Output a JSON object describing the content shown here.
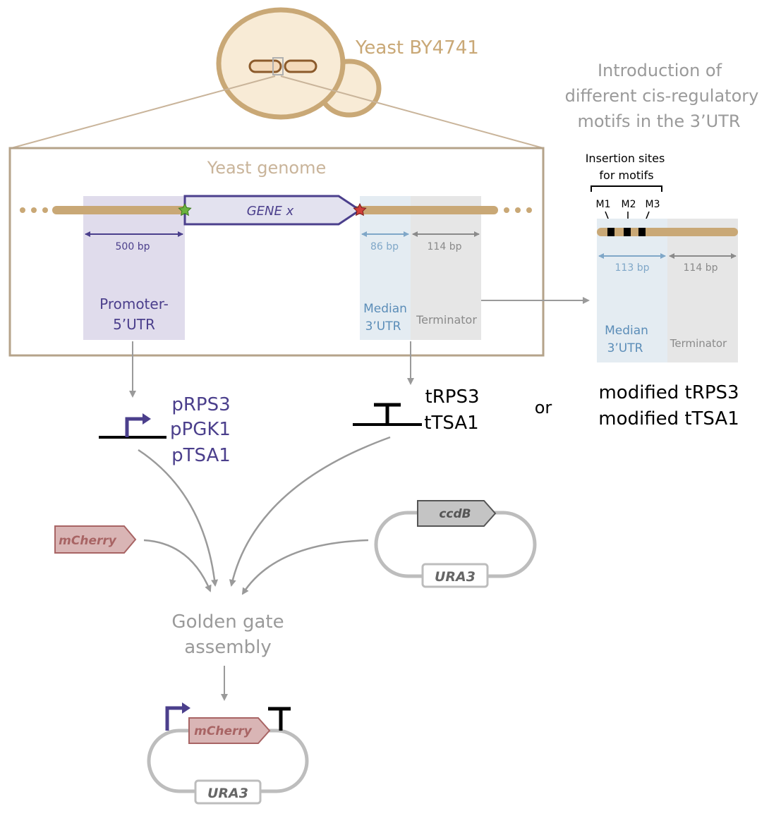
{
  "yeast": {
    "label": "Yeast BY4741"
  },
  "genome": {
    "title": "Yeast genome",
    "gene": "GENE x",
    "promoter_size": "500 bp",
    "utr_size": "86 bp",
    "terminator_size": "114 bp",
    "promoter_label_1": "Promoter-",
    "promoter_label_2": "5’UTR",
    "utr_label_1": "Median",
    "utr_label_2": "3’UTR",
    "terminator_label": "Terminator"
  },
  "motifs": {
    "title_1": "Introduction of",
    "title_2": "different cis-regulatory",
    "title_3": "motifs in the 3’UTR",
    "insertion_1": "Insertion sites",
    "insertion_2": "for motifs",
    "m1": "M1",
    "m2": "M2",
    "m3": "M3",
    "utr_size": "113 bp",
    "terminator_size": "114 bp",
    "utr_label_1": "Median",
    "utr_label_2": "3’UTR",
    "terminator_label": "Terminator"
  },
  "promoters": [
    "pRPS3",
    "pPGK1",
    "pTSA1"
  ],
  "terminators": [
    "tRPS3",
    "tTSA1"
  ],
  "or_label": "or",
  "modified_terminators": [
    "modified tRPS3",
    "modified tTSA1"
  ],
  "parts": {
    "mcherry": "mCherry",
    "ccdb": "ccdB",
    "ura3": "URA3"
  },
  "assembly": {
    "line_1": "Golden gate",
    "line_2": "assembly"
  },
  "final": {
    "mcherry": "mCherry",
    "ura3": "URA3"
  },
  "colors": {
    "tan": "#C9A876",
    "purple": "#4B3F8C",
    "steel_blue": "#5B8DB8",
    "gray": "#8a8a8a",
    "mauve": "#d9b5b5"
  }
}
